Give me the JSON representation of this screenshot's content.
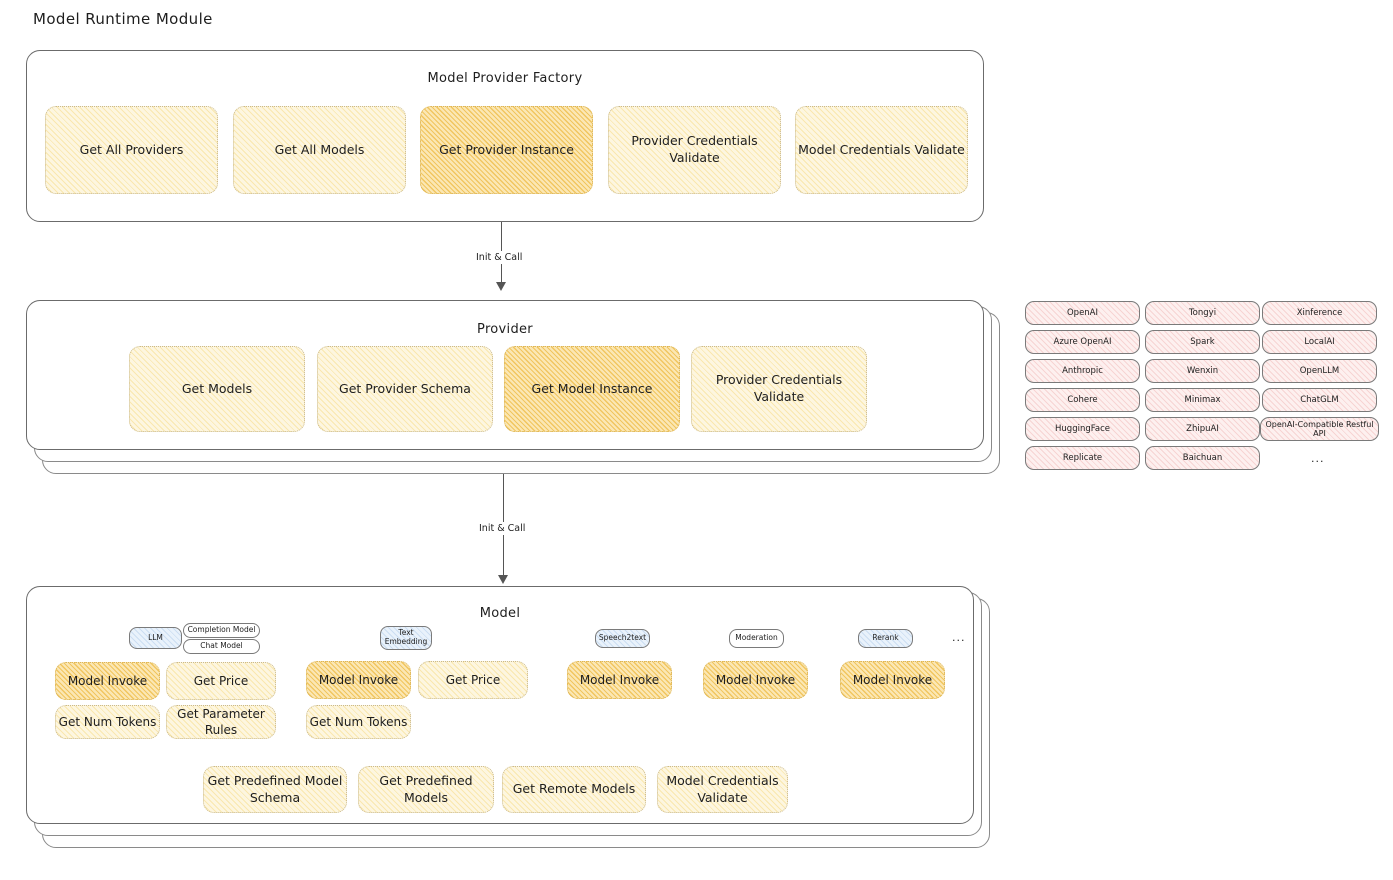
{
  "page": {
    "title": "Model Runtime Module"
  },
  "factory": {
    "title": "Model Provider Factory",
    "cards": [
      {
        "label": "Get All Providers",
        "highlighted": false
      },
      {
        "label": "Get All Models",
        "highlighted": false
      },
      {
        "label": "Get Provider Instance",
        "highlighted": true
      },
      {
        "label": "Provider Credentials Validate",
        "highlighted": false
      },
      {
        "label": "Model Credentials Validate",
        "highlighted": false
      }
    ]
  },
  "arrow1": {
    "label": "Init & Call"
  },
  "provider": {
    "title": "Provider",
    "cards": [
      {
        "label": "Get Models",
        "highlighted": false
      },
      {
        "label": "Get Provider Schema",
        "highlighted": false
      },
      {
        "label": "Get Model Instance",
        "highlighted": true
      },
      {
        "label": "Provider Credentials Validate",
        "highlighted": false
      }
    ]
  },
  "arrow2": {
    "label": "Init & Call"
  },
  "provider_list": {
    "columns": [
      {
        "items": [
          "OpenAI",
          "Azure OpenAI",
          "Anthropic",
          "Cohere",
          "HuggingFace",
          "Replicate"
        ]
      },
      {
        "items": [
          "Tongyi",
          "Spark",
          "Wenxin",
          "Minimax",
          "ZhipuAI",
          "Baichuan"
        ]
      },
      {
        "items": [
          "Xinference",
          "LocalAI",
          "OpenLLM",
          "ChatGLM",
          "OpenAI-Compatible Restful API"
        ]
      }
    ],
    "more": "..."
  },
  "model": {
    "title": "Model",
    "more": "...",
    "types": [
      {
        "badge": "LLM",
        "badge_style": "blue",
        "sub_badges": [
          "Completion Model",
          "Chat Model"
        ],
        "cards": [
          {
            "label": "Model Invoke",
            "highlighted": true
          },
          {
            "label": "Get Price",
            "highlighted": false
          },
          {
            "label": "Get Num Tokens",
            "highlighted": false
          },
          {
            "label": "Get Parameter Rules",
            "highlighted": false
          }
        ]
      },
      {
        "badge": "Text Embedding",
        "badge_style": "blue",
        "sub_badges": [],
        "cards": [
          {
            "label": "Model Invoke",
            "highlighted": true
          },
          {
            "label": "Get Price",
            "highlighted": false
          },
          {
            "label": "Get Num Tokens",
            "highlighted": false
          }
        ]
      },
      {
        "badge": "Speech2text",
        "badge_style": "blue",
        "sub_badges": [],
        "cards": [
          {
            "label": "Model Invoke",
            "highlighted": true
          }
        ]
      },
      {
        "badge": "Moderation",
        "badge_style": "white",
        "sub_badges": [],
        "cards": [
          {
            "label": "Model Invoke",
            "highlighted": true
          }
        ]
      },
      {
        "badge": "Rerank",
        "badge_style": "blue",
        "sub_badges": [],
        "cards": [
          {
            "label": "Model Invoke",
            "highlighted": true
          }
        ]
      }
    ],
    "common_cards": [
      "Get Predefined Model Schema",
      "Get Predefined Models",
      "Get Remote Models",
      "Model Credentials Validate"
    ]
  },
  "colors": {
    "card_fill": "#fdf6e0",
    "card_fill_hot": "#fbe7b4",
    "provider_chip_fill": "#fdf0ef",
    "badge_blue_fill": "#e9f2fb",
    "stroke": "#6b6b6b",
    "text": "#1e1e1e"
  }
}
